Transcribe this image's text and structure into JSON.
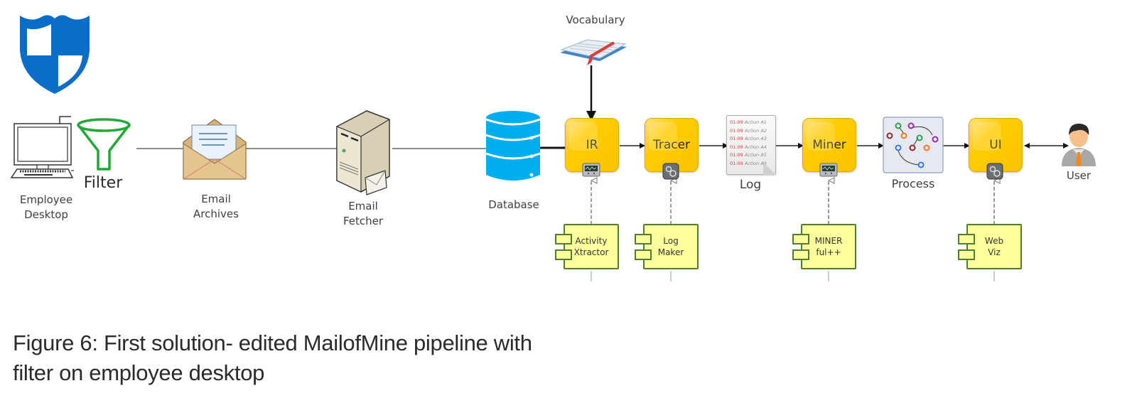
{
  "diagram": {
    "nodes": {
      "employee_desktop": "Employee\nDesktop",
      "filter": "Filter",
      "email_archives": "Email\nArchives",
      "email_fetcher": "Email\nFetcher",
      "database": "Database",
      "vocabulary": "Vocabulary",
      "ir": "IR",
      "tracer": "Tracer",
      "log": "Log",
      "miner": "Miner",
      "process": "Process",
      "ui": "UI",
      "user": "User"
    },
    "components": {
      "activity_xtractor": [
        "Activity",
        "Xtractor"
      ],
      "log_maker": [
        "Log",
        "Maker"
      ],
      "miner_fulpp": [
        "MINER",
        "ful++"
      ],
      "web_viz": [
        "Web",
        "Viz"
      ]
    },
    "log_lines": [
      {
        "time": "01:09",
        "action": "Action A1"
      },
      {
        "time": "01:09",
        "action": "Action A2"
      },
      {
        "time": "01:09",
        "action": "Action A3"
      },
      {
        "time": "01:09",
        "action": "Action A4"
      },
      {
        "time": "01:09",
        "action": "Action A5"
      },
      {
        "time": "01:09",
        "action": "Action A6"
      }
    ],
    "colors": {
      "shield": "#0a6ec8",
      "filter": "#22a838",
      "node_fill": "#ffcc00",
      "component_fill": "#ffff9e",
      "component_border": "#4f7f2a",
      "database": "#00aeef"
    }
  },
  "caption": {
    "line1": "Figure 6: First solution- edited MailofMine pipeline with",
    "line2": "filter on employee desktop"
  }
}
